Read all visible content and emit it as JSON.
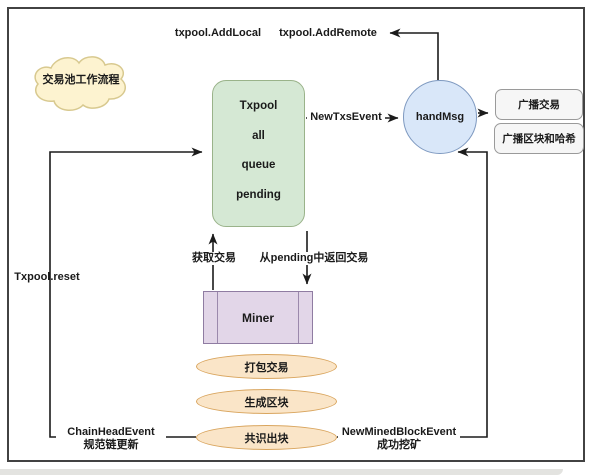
{
  "diagram": {
    "cloud_label": "交易池工作流程",
    "top_labels": {
      "add_local": "txpool.AddLocal",
      "add_remote": "txpool.AddRemote"
    },
    "txpool": {
      "title": "Txpool",
      "items": [
        "all",
        "queue",
        "pending"
      ]
    },
    "handmsg": "handMsg",
    "broadcast": {
      "tx": "广播交易",
      "block": "广播区块和哈希"
    },
    "events": {
      "new_txs": "NewTxsEvent",
      "reset": "Txpool.reset",
      "chain_head": "ChainHeadEvent",
      "chain_head_sub": "规范链更新",
      "new_mined": "NewMinedBlockEvent",
      "new_mined_sub": "成功挖矿"
    },
    "flow_labels": {
      "fetch": "获取交易",
      "return_pending": "从pending中返回交易"
    },
    "miner": "Miner",
    "steps": [
      "打包交易",
      "生成区块",
      "共识出块"
    ],
    "colors": {
      "txpool_fill": "#d5e8d4",
      "txpool_stroke": "#9ab38a",
      "handmsg_fill": "#d9e7f9",
      "handmsg_stroke": "#7e99c0",
      "broadcast_fill": "#f6f6f6",
      "broadcast_stroke": "#9a9a9a",
      "miner_fill": "#e2d6e8",
      "miner_stroke": "#8f7ca2",
      "step_fill": "#fae5c8",
      "step_stroke": "#d9a55e",
      "cloud_fill": "#fdf3d0",
      "cloud_stroke": "#d8c98f",
      "line": "#1b1b1b"
    }
  }
}
